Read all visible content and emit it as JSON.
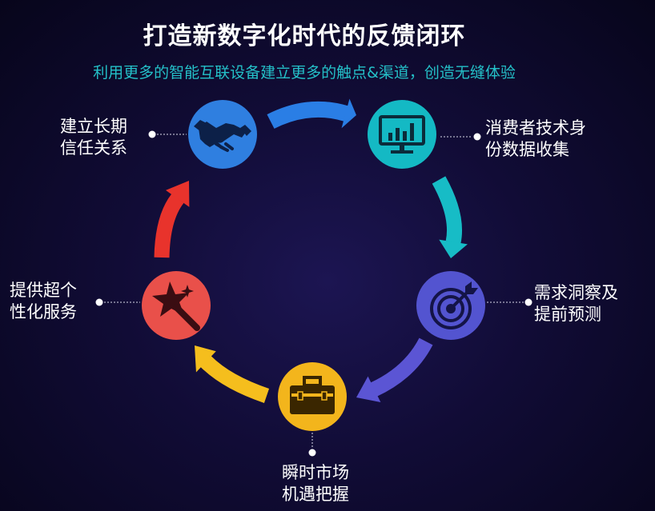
{
  "title": "打造新数字化时代的反馈闭环",
  "subtitle": "利用更多的智能互联设备建立更多的触点&渠道，创造无缝体验",
  "nodes": [
    {
      "icon": "handshake-icon",
      "color": "#2f7fe0",
      "lines": [
        "建立长期",
        "信任关系"
      ]
    },
    {
      "icon": "monitor-chart-icon",
      "color": "#14b9c4",
      "lines": [
        "消费者技术身",
        "份数据收集"
      ]
    },
    {
      "icon": "target-arrow-icon",
      "color": "#5354d0",
      "lines": [
        "需求洞察及",
        "提前预测"
      ]
    },
    {
      "icon": "toolbox-icon",
      "color": "#f3b51c",
      "lines": [
        "瞬时市场",
        "机遇把握"
      ]
    },
    {
      "icon": "magic-wand-icon",
      "color": "#e9504a",
      "lines": [
        "提供超个",
        "性化服务"
      ]
    }
  ],
  "arrows": [
    {
      "from": "建立长期信任关系",
      "to": "消费者技术身份数据收集",
      "color": "#2a7ee5"
    },
    {
      "from": "消费者技术身份数据收集",
      "to": "需求洞察及提前预测",
      "color": "#17bcc6"
    },
    {
      "from": "需求洞察及提前预测",
      "to": "瞬时市场机遇把握",
      "color": "#5b55d4"
    },
    {
      "from": "瞬时市场机遇把握",
      "to": "提供超个性化服务",
      "color": "#f5be1d"
    },
    {
      "from": "提供超个性化服务",
      "to": "建立长期信任关系",
      "color": "#e8332c"
    }
  ]
}
